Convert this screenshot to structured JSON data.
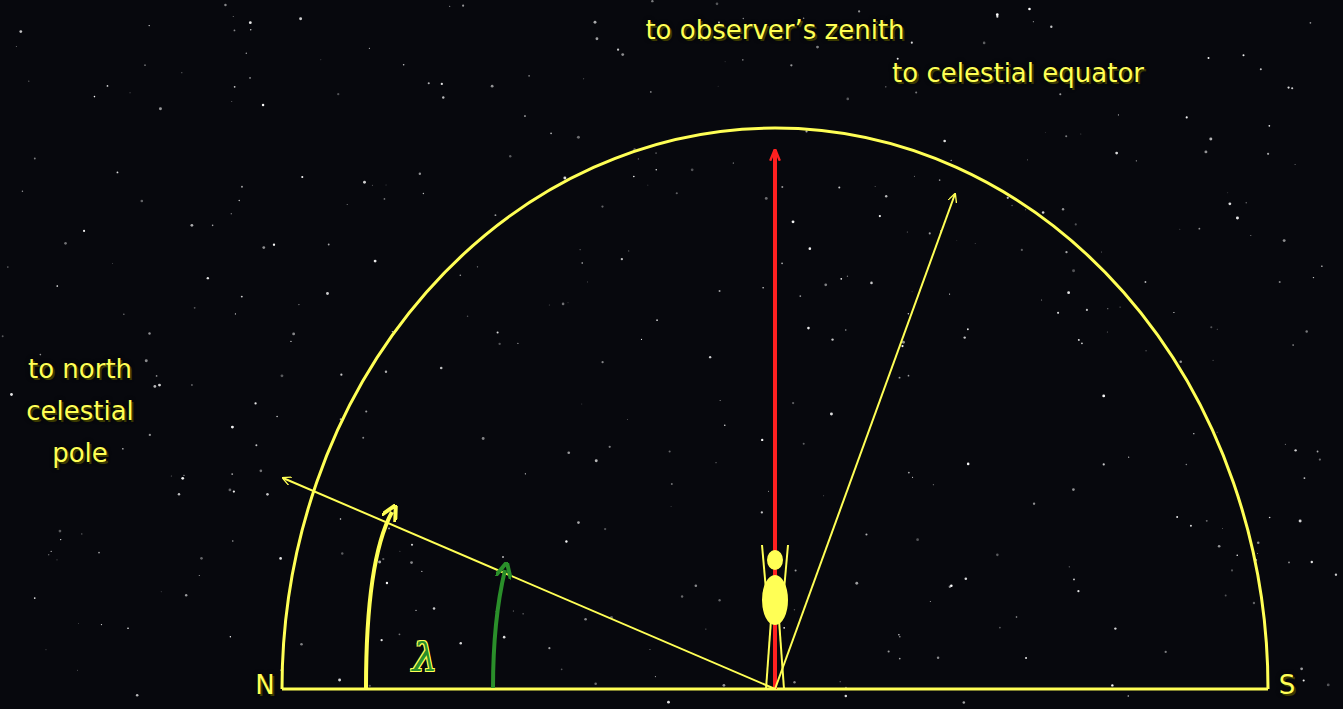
{
  "diagram": {
    "labels": [
      "to observer’s zenith",
      "to celestial equator",
      "to north celestial pole",
      "λ",
      "N",
      "S"
    ]
  }
}
